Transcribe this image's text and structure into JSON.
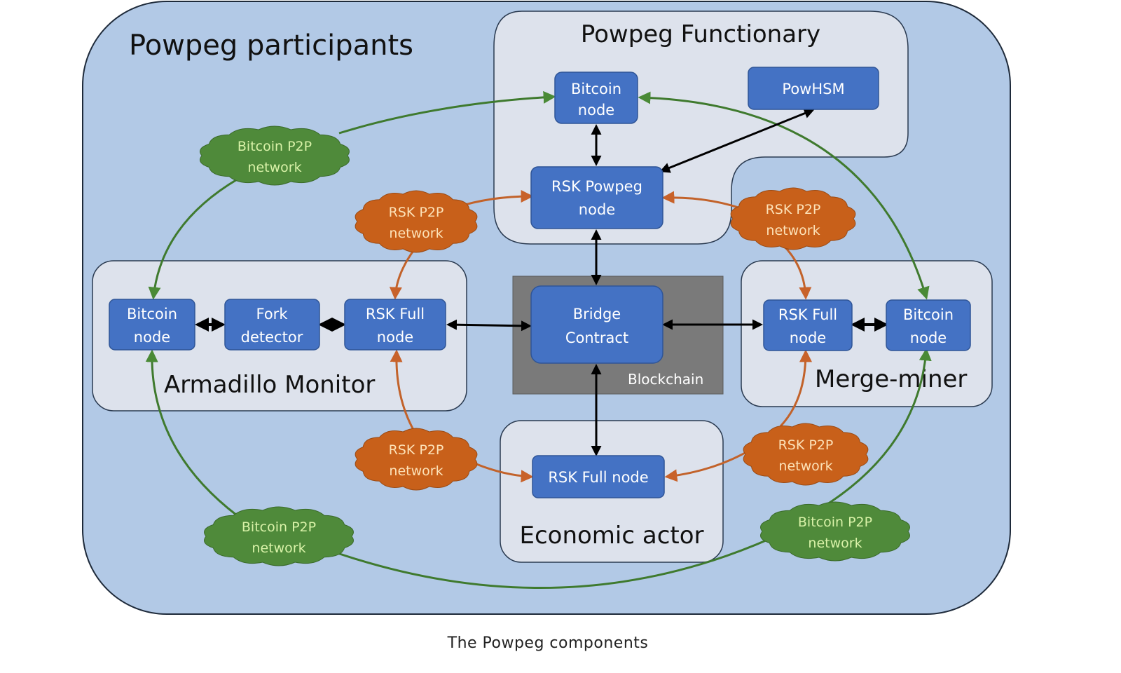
{
  "title": "Powpeg participants",
  "caption": "The Powpeg components",
  "colors": {
    "outer_bg": "#b2c9e6",
    "group_bg": "#dde2ec",
    "node_fill": "#4472c4",
    "blockchain_fill": "#7a7a7a",
    "bitcoin_cloud": "#4f8a3a",
    "rsk_cloud": "#c8601a",
    "bitcoin_link": "#3f7a2e",
    "rsk_link": "#c2622a",
    "black_link": "#000000"
  },
  "groups": {
    "functionary": {
      "title": "Powpeg Functionary"
    },
    "armadillo": {
      "title": "Armadillo Monitor"
    },
    "merge_miner": {
      "title": "Merge-miner"
    },
    "economic": {
      "title": "Economic actor"
    },
    "blockchain": {
      "title": "Blockchain"
    }
  },
  "nodes": {
    "func_bitcoin": {
      "line1": "Bitcoin",
      "line2": "node"
    },
    "powhsm": {
      "line1": "PowHSM"
    },
    "powpeg_node": {
      "line1": "RSK Powpeg",
      "line2": "node"
    },
    "bridge": {
      "line1": "Bridge",
      "line2": "Contract"
    },
    "arm_bitcoin": {
      "line1": "Bitcoin",
      "line2": "node"
    },
    "fork_detector": {
      "line1": "Fork",
      "line2": "detector"
    },
    "arm_rsk": {
      "line1": "RSK Full",
      "line2": "node"
    },
    "mm_rsk": {
      "line1": "RSK Full",
      "line2": "node"
    },
    "mm_bitcoin": {
      "line1": "Bitcoin",
      "line2": "node"
    },
    "eco_rsk": {
      "line1": "RSK Full node"
    }
  },
  "clouds": {
    "btc_top_left": {
      "line1": "Bitcoin P2P",
      "line2": "network"
    },
    "btc_bottom_left": {
      "line1": "Bitcoin P2P",
      "line2": "network"
    },
    "btc_bottom_right": {
      "line1": "Bitcoin P2P",
      "line2": "network"
    },
    "rsk_top_left": {
      "line1": "RSK P2P",
      "line2": "network"
    },
    "rsk_top_right": {
      "line1": "RSK P2P",
      "line2": "network"
    },
    "rsk_bottom_left": {
      "line1": "RSK P2P",
      "line2": "network"
    },
    "rsk_bottom_right": {
      "line1": "RSK P2P",
      "line2": "network"
    }
  }
}
